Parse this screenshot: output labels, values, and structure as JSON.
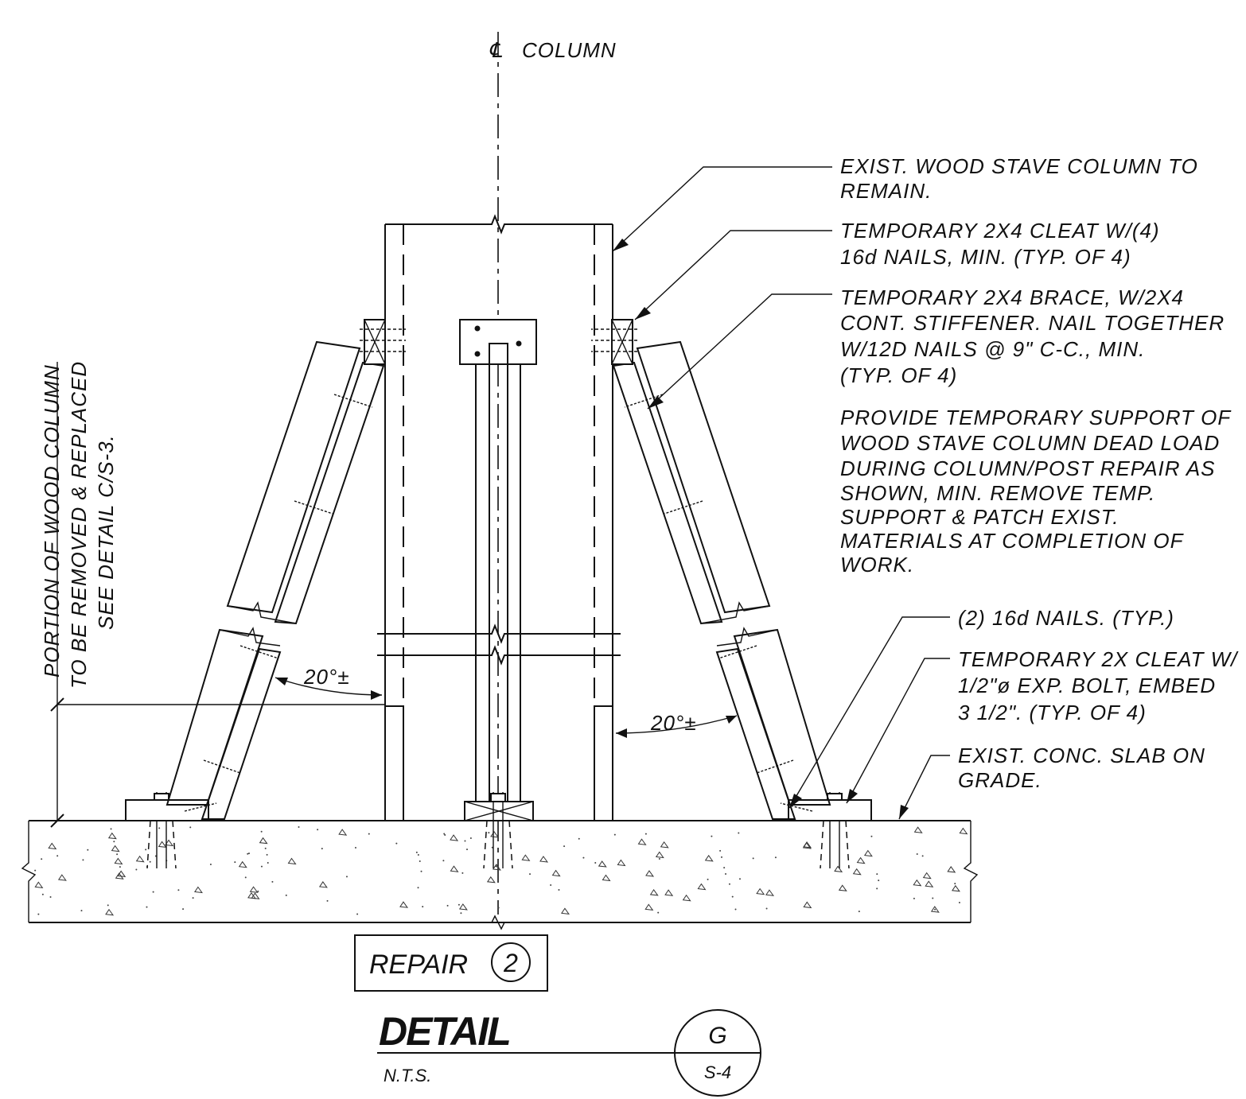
{
  "centerline": {
    "symbol": "℄",
    "label": "COLUMN"
  },
  "callouts": [
    {
      "lines": [
        "EXIST. WOOD STAVE COLUMN TO",
        "REMAIN."
      ]
    },
    {
      "lines": [
        "TEMPORARY 2X4 CLEAT W/(4)",
        "16d NAILS, MIN. (TYP. OF 4)"
      ]
    },
    {
      "lines": [
        "TEMPORARY 2X4 BRACE, W/2X4",
        "CONT. STIFFENER. NAIL TOGETHER",
        "W/12D NAILS @ 9\" C-C., MIN.",
        "(TYP. OF 4)"
      ]
    },
    {
      "lines": [
        "(2) 16d NAILS. (TYP.)"
      ]
    },
    {
      "lines": [
        "TEMPORARY 2X CLEAT W/",
        "1/2\"ø EXP. BOLT, EMBED",
        "3 1/2\". (TYP. OF 4)"
      ]
    },
    {
      "lines": [
        "EXIST. CONC. SLAB ON",
        "GRADE."
      ]
    }
  ],
  "general_note": {
    "lines": [
      "PROVIDE TEMPORARY SUPPORT OF",
      "WOOD STAVE COLUMN DEAD LOAD",
      "DURING COLUMN/POST REPAIR AS",
      "SHOWN, MIN. REMOVE TEMP.",
      "SUPPORT & PATCH EXIST.",
      "MATERIALS AT COMPLETION OF",
      "WORK."
    ]
  },
  "vertical_note": {
    "lines": [
      "PORTION OF WOOD COLUMN",
      "TO BE REMOVED & REPLACED",
      "SEE DETAIL C/S-3."
    ]
  },
  "angles": {
    "left": "20°±",
    "right": "20°±"
  },
  "repair_tag": {
    "text": "REPAIR",
    "number": "2"
  },
  "detail_title": {
    "title": "DETAIL",
    "scale": "N.T.S.",
    "letter": "G",
    "sheet": "S-4"
  }
}
